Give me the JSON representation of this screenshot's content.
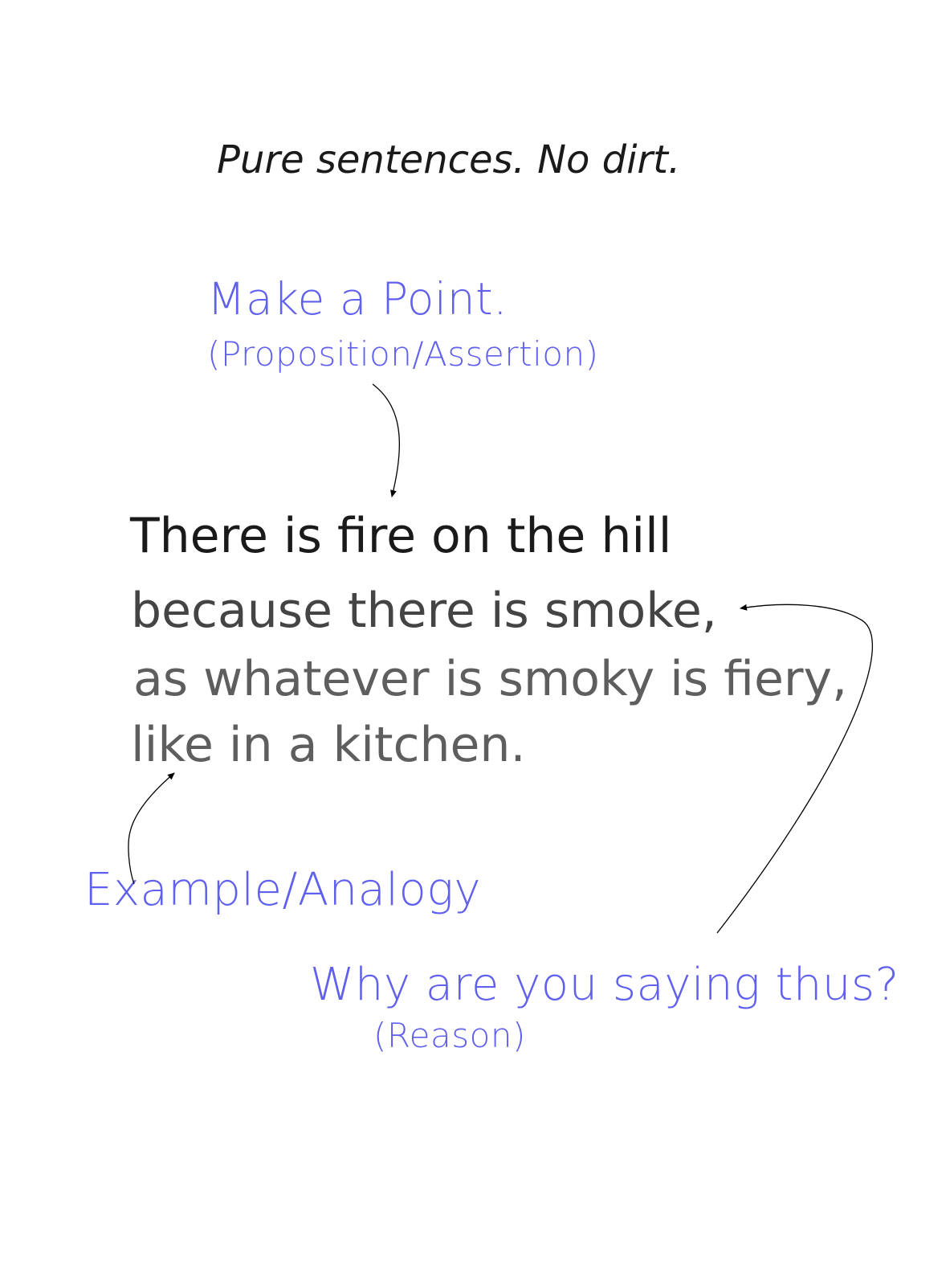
{
  "title": "Pure sentences. No dirt.",
  "annotations": {
    "point": "Make a Point.",
    "point_sub": "(Proposition/Assertion)",
    "example": "Example/Analogy",
    "reason": "Why are you saying thus?",
    "reason_sub": "(Reason)"
  },
  "sentence": {
    "line1": "There is fire on the hill",
    "line2": "because there is smoke,",
    "line3": "as whatever is smoky is fiery,",
    "line4": "like in a kitchen."
  },
  "colors": {
    "annotation": "#6060ee",
    "line1": "#1a1a1a",
    "line2": "#444444",
    "line3": "#5e5e5e",
    "line4": "#5e5e5e",
    "arrow": "#000000"
  }
}
